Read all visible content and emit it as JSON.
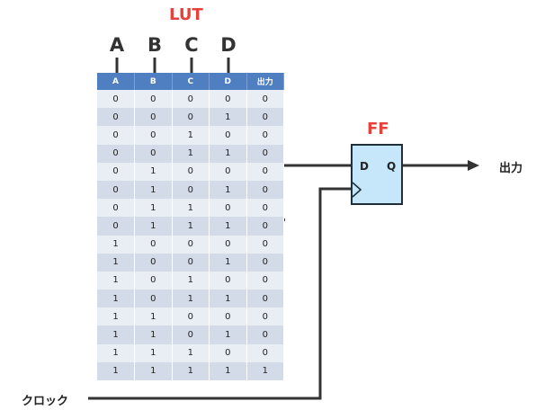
{
  "lut": {
    "title": "LUT",
    "inputs": [
      "A",
      "B",
      "C",
      "D"
    ],
    "headers": [
      "A",
      "B",
      "C",
      "D",
      "出力"
    ],
    "rows": [
      [
        "0",
        "0",
        "0",
        "0",
        "0"
      ],
      [
        "0",
        "0",
        "0",
        "1",
        "0"
      ],
      [
        "0",
        "0",
        "1",
        "0",
        "0"
      ],
      [
        "0",
        "0",
        "1",
        "1",
        "0"
      ],
      [
        "0",
        "1",
        "0",
        "0",
        "0"
      ],
      [
        "0",
        "1",
        "0",
        "1",
        "0"
      ],
      [
        "0",
        "1",
        "1",
        "0",
        "0"
      ],
      [
        "0",
        "1",
        "1",
        "1",
        "0"
      ],
      [
        "1",
        "0",
        "0",
        "0",
        "0"
      ],
      [
        "1",
        "0",
        "0",
        "1",
        "0"
      ],
      [
        "1",
        "0",
        "1",
        "0",
        "0"
      ],
      [
        "1",
        "0",
        "1",
        "1",
        "0"
      ],
      [
        "1",
        "1",
        "0",
        "0",
        "0"
      ],
      [
        "1",
        "1",
        "0",
        "1",
        "0"
      ],
      [
        "1",
        "1",
        "1",
        "0",
        "0"
      ],
      [
        "1",
        "1",
        "1",
        "1",
        "1"
      ]
    ]
  },
  "ff": {
    "title": "FF",
    "pin_d": "D",
    "pin_q": "Q"
  },
  "output_label": "出力",
  "clock_label": "クロック",
  "colors": {
    "title_red": "#e8413b",
    "header_blue": "#4f7fc1",
    "row_light": "#e9edf4",
    "row_dark": "#d3dae8",
    "ff_fill": "#c6e7f9",
    "wire": "#333333"
  }
}
